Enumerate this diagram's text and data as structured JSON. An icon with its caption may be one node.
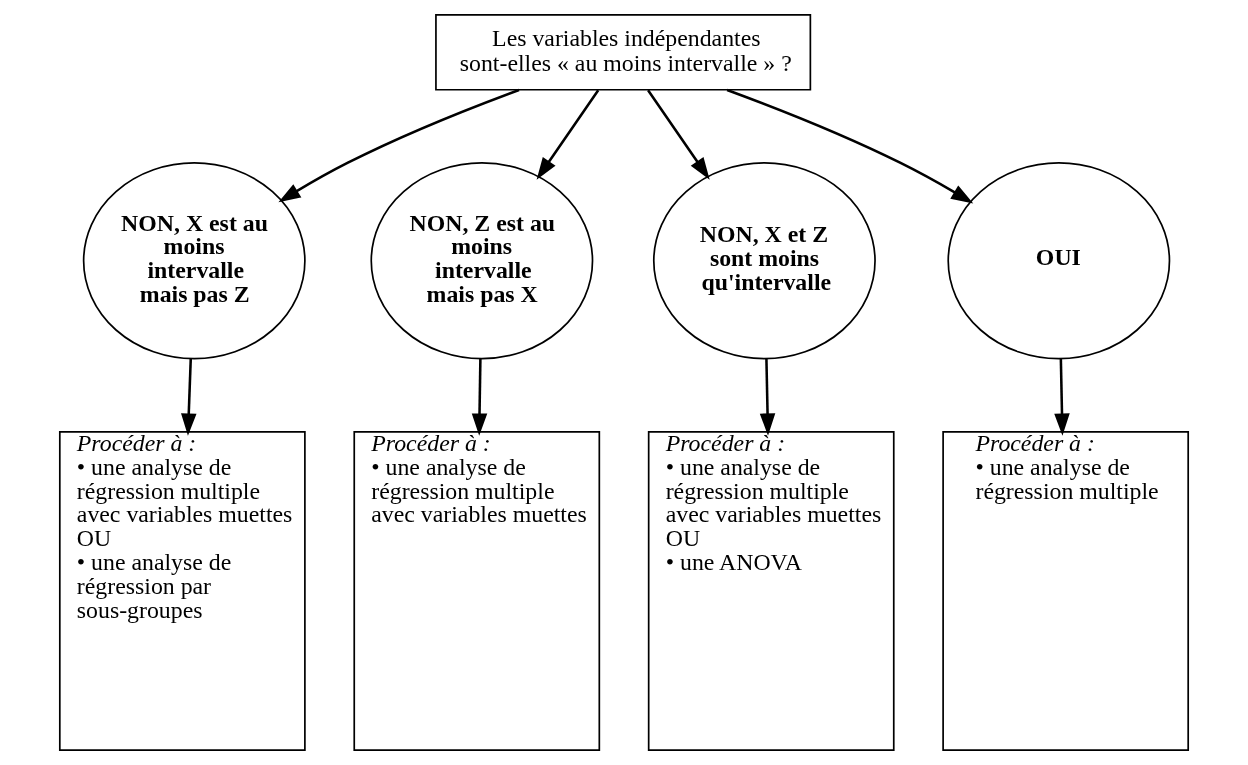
{
  "diagram": {
    "nodes": [
      {
        "text": [
          "Les variables indépendantes sont-elles « au moins intervalle » ?"
        ]
      },
      {
        "text": [
          "NON, X est au moins intervalle mais pas Z"
        ]
      },
      {
        "text": [
          "NON, Z est au moins intervalle mais pas X"
        ]
      },
      {
        "text": [
          "NON, X et Z sont moins qu'intervalle"
        ]
      },
      {
        "text": [
          "OUI"
        ]
      },
      {
        "text": [
          "Procéder à :",
          "• une analyse de régression multiple avec variables muettes",
          "OU",
          "• une analyse de régression par sous-groupes"
        ]
      },
      {
        "text": [
          "Procéder à :",
          "• une analyse de régression multiple avec variables muettes"
        ]
      },
      {
        "text": [
          "Procéder à :",
          "• une analyse de régression multiple avec variables muettes",
          "OU",
          "• une ANOVA"
        ]
      },
      {
        "text": [
          "Procéder à :",
          "• une analyse de régression multiple"
        ]
      }
    ],
    "edges": [
      {
        "from": 0,
        "to": 1,
        "arrow": "to"
      },
      {
        "from": 0,
        "to": 2,
        "arrow": "to"
      },
      {
        "from": 0,
        "to": 3,
        "arrow": "to"
      },
      {
        "from": 0,
        "to": 4,
        "arrow": "to"
      },
      {
        "from": 1,
        "to": 5,
        "arrow": "to"
      },
      {
        "from": 2,
        "to": 6,
        "arrow": "to"
      },
      {
        "from": 3,
        "to": 7,
        "arrow": "to"
      },
      {
        "from": 4,
        "to": 8,
        "arrow": "to"
      }
    ]
  }
}
